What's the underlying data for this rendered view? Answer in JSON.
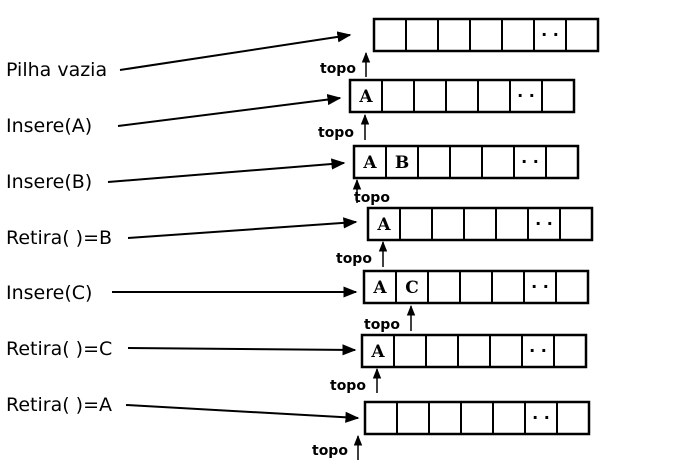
{
  "pointer_label": "topo",
  "ellipsis": "· ·",
  "steps": [
    {
      "label": "Pilha vazia",
      "cells": []
    },
    {
      "label": "Insere(A)",
      "cells": [
        "A"
      ]
    },
    {
      "label": "Insere(B)",
      "cells": [
        "A",
        "B"
      ]
    },
    {
      "label": "Retira( )=B",
      "cells": [
        "A"
      ]
    },
    {
      "label": "Insere(C)",
      "cells": [
        "A",
        "C"
      ]
    },
    {
      "label": "Retira( )=C",
      "cells": [
        "A"
      ]
    },
    {
      "label": "Retira( )=A",
      "cells": []
    }
  ]
}
